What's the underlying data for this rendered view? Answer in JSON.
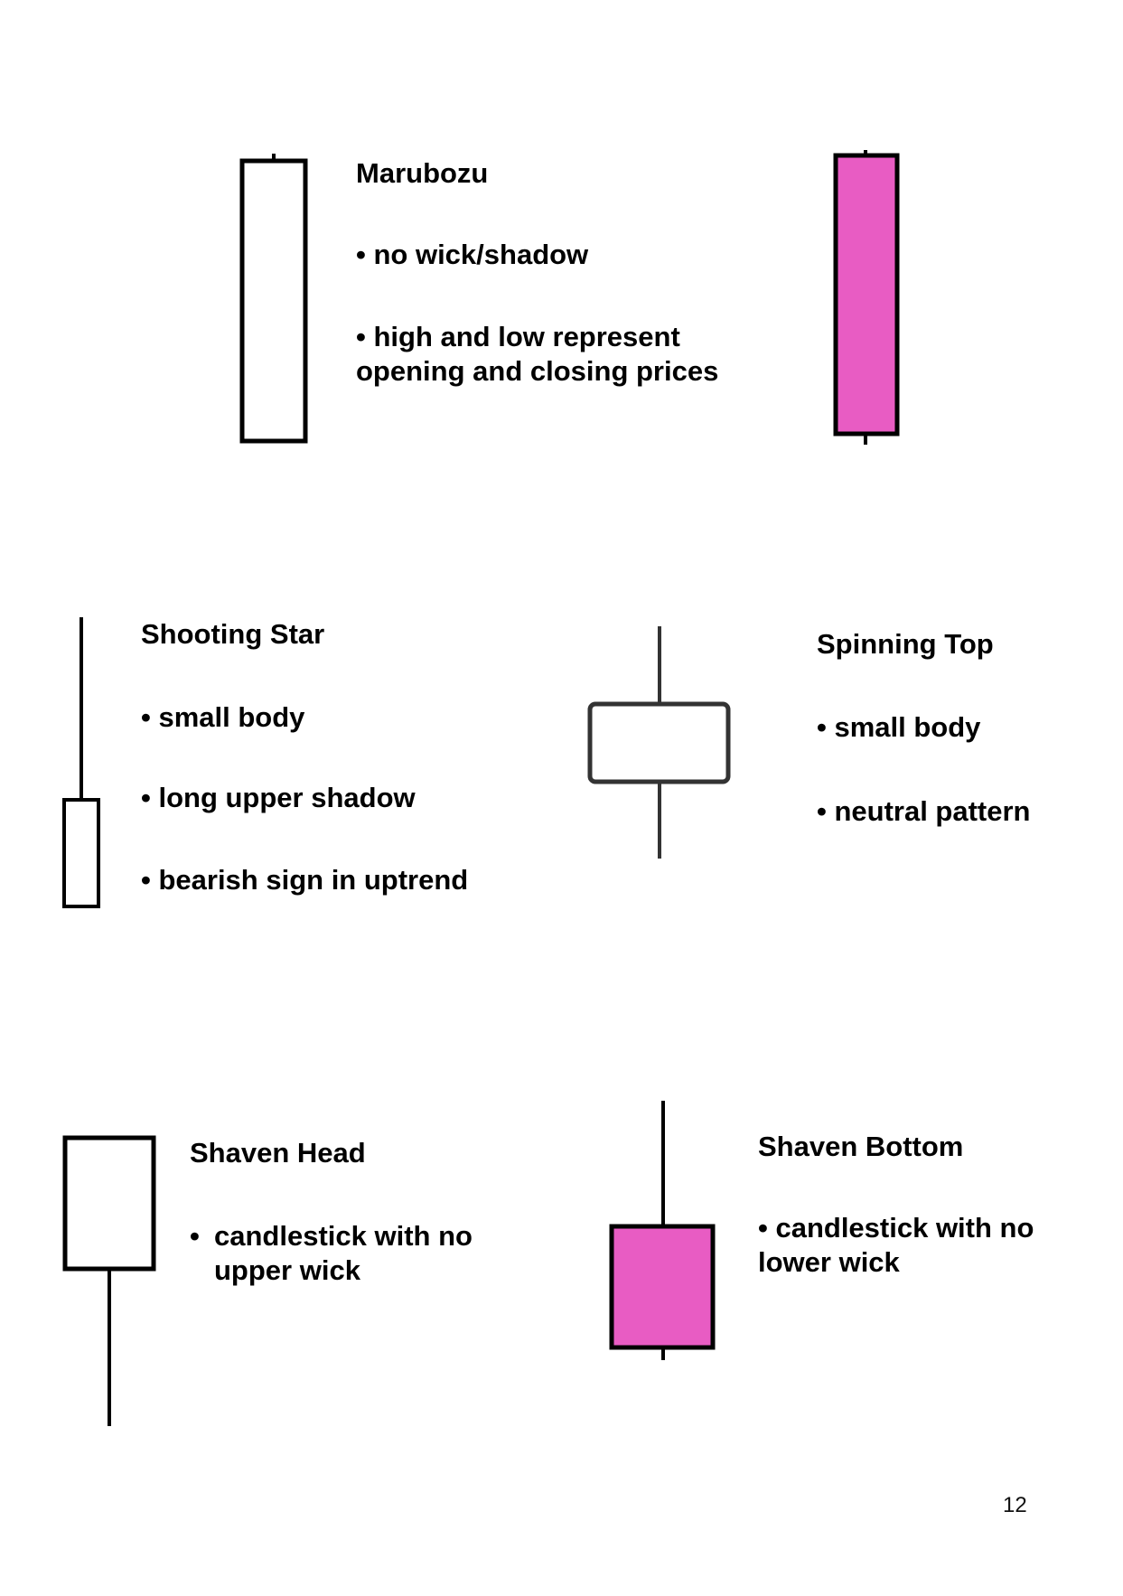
{
  "colors": {
    "bearish_fill": "#E85CC3",
    "outline": "#000000",
    "background": "#FFFFFF"
  },
  "sections": {
    "marubozu": {
      "title": "Marubozu",
      "bullet1": "• no wick/shadow",
      "bullet2_line1": "• high and low represent",
      "bullet2_line2": "opening and closing prices"
    },
    "shooting_star": {
      "title": "Shooting Star",
      "bullet1": "• small body",
      "bullet2": "• long upper shadow",
      "bullet3": "• bearish sign in uptrend"
    },
    "spinning_top": {
      "title": "Spinning Top",
      "bullet1": "• small body",
      "bullet2": "• neutral pattern"
    },
    "shaven_head": {
      "title": "Shaven Head",
      "bullet_marker": "•",
      "bullet1_line1": "candlestick with no",
      "bullet1_line2": "upper wick"
    },
    "shaven_bottom": {
      "title": "Shaven Bottom",
      "bullet1_line1": "• candlestick with no",
      "bullet1_line2": "lower wick"
    }
  },
  "page_number": "12"
}
